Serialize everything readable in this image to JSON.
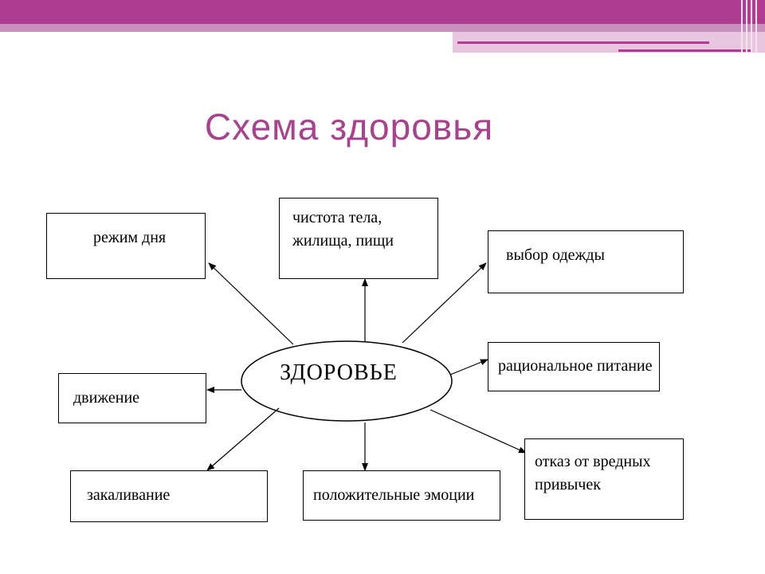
{
  "title": "Схема  здоровья",
  "center": "ЗДОРОВЬЕ",
  "nodes": {
    "daily_regime": "режим дня",
    "cleanliness": "чистота тела,\nжилища, пищи",
    "clothing": "выбор одежды",
    "nutrition": "рациональное питание",
    "habits": "отказ от вредных\nпривычек",
    "emotions": "положительные эмоции",
    "hardening": "закаливание",
    "movement": "движение"
  },
  "colors": {
    "accent": "#b03c92",
    "title": "#a8428f"
  }
}
